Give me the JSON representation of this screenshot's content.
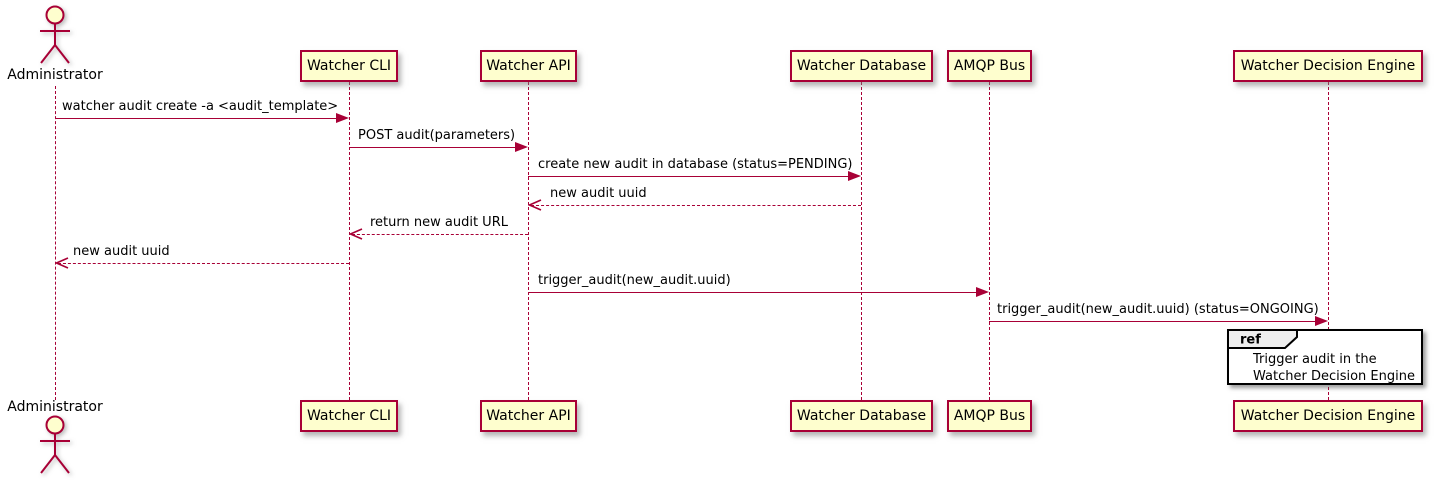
{
  "diagram_type": "uml-sequence",
  "actor": {
    "name": "Administrator"
  },
  "participants": [
    {
      "label": "Watcher CLI"
    },
    {
      "label": "Watcher API"
    },
    {
      "label": "Watcher Database"
    },
    {
      "label": "AMQP Bus"
    },
    {
      "label": "Watcher Decision Engine"
    }
  ],
  "messages": [
    {
      "from": "Administrator",
      "to": "Watcher CLI",
      "label": "watcher audit create -a <audit_template>",
      "line": "solid",
      "direction": "right"
    },
    {
      "from": "Watcher CLI",
      "to": "Watcher API",
      "label": "POST audit(parameters)",
      "line": "solid",
      "direction": "right"
    },
    {
      "from": "Watcher API",
      "to": "Watcher Database",
      "label": "create new audit in database (status=PENDING)",
      "line": "solid",
      "direction": "right"
    },
    {
      "from": "Watcher Database",
      "to": "Watcher API",
      "label": "new audit uuid",
      "line": "dashed",
      "direction": "left"
    },
    {
      "from": "Watcher API",
      "to": "Watcher CLI",
      "label": "return new audit URL",
      "line": "dashed",
      "direction": "left"
    },
    {
      "from": "Watcher CLI",
      "to": "Administrator",
      "label": "new audit uuid",
      "line": "dashed",
      "direction": "left"
    },
    {
      "from": "Watcher API",
      "to": "AMQP Bus",
      "label": "trigger_audit(new_audit.uuid)",
      "line": "solid",
      "direction": "right"
    },
    {
      "from": "AMQP Bus",
      "to": "Watcher Decision Engine",
      "label": "trigger_audit(new_audit.uuid) (status=ONGOING)",
      "line": "solid",
      "direction": "right"
    }
  ],
  "ref": {
    "keyword": "ref",
    "line1": "Trigger audit in the",
    "line2": "Watcher Decision Engine"
  },
  "colors": {
    "participant_fill": "#FEFECE",
    "participant_border": "#A80036",
    "line_color": "#A80036",
    "text_color": "#000000",
    "ref_border": "#000000",
    "ref_header_fill": "#EEEEEE",
    "background": "#FFFFFF"
  }
}
